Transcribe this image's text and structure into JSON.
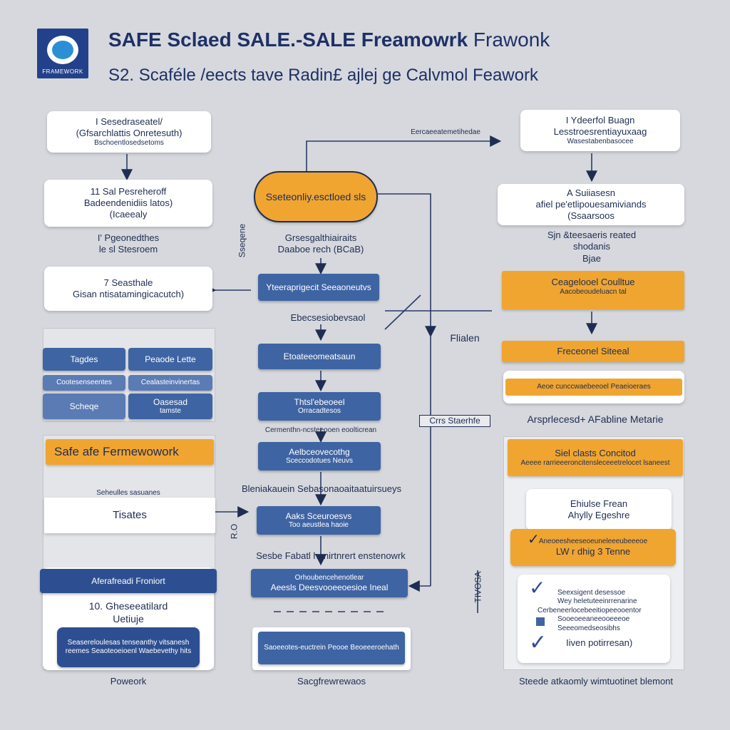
{
  "header": {
    "logo_text": "FRAMEWORK",
    "title_bold": "SAFE Sclaed  SALE.-SALE Freamowrk",
    "title_light": "Frawonk",
    "subtitle": "S2. Scaféle /eects tave Radin£ ajlej ge Calvmol Feawork"
  },
  "left": {
    "box1": {
      "l1": "I Sesedraseatel/",
      "l2": "(Gfsarchlattis Onretesuth)",
      "l3": "Bschoentlosedsetoms"
    },
    "box2": {
      "l1": "11 Sal Pesreheroff",
      "l2": "Badeendenidiis latos)",
      "l3": "(Icaeealy"
    },
    "label_a": {
      "l1": "I' Pgeonedthes",
      "l2": "le sl Stesroem"
    },
    "box3": {
      "l1": "7 Seasthale",
      "l2": "Gisan ntisatamingicacutch)"
    },
    "grid": {
      "c1": "Tagdes",
      "c2": "Peaode Lette",
      "c3": "Cootesenseentes",
      "c4": "Cealasteinvinertas",
      "c5": "Scheqe",
      "c6": "Oasesad",
      "c6b": "tamste"
    },
    "orange_bar": "Safe afe Fermewowork",
    "caption_small": "Seheulles sasuanes",
    "tisates": "Tisates",
    "bottom_header": "Aferafreadi Froniort",
    "bottom_l1": "10. Gheseeatilard",
    "bottom_l2": "Uetiuje",
    "bottom_blue": "Seasereloulesas tenseanthy vitsanesh reemes Seaoteoeioenl Waebevethy hits",
    "footer": "Poweork"
  },
  "middle": {
    "pill": "Sseteonliy.esctloed sls",
    "pill_caption_l1": "Grsesgalthiairaits",
    "pill_caption_l2": "Daaboe rech (BCaB)",
    "b1": "Yteeraprigecit Seeaoneutvs",
    "label1": "Ebecsesiobevsaol",
    "b2": "Etoateeomeatsaun",
    "b3_l1": "Thtsl'ebeoeel",
    "b3_l2": "Orracadtesos",
    "label2": "Cermenthn-ncsteeooen eoolticrean",
    "b4_l1": "Aelbceovecothg",
    "b4_l2": "Sceccodotues Neuvs",
    "label3": "Bleniakauein Sebasonaoaitaatuirsueys",
    "b5_l1": "Aaks Sceuroesvs",
    "b5_l2": "Too aeustlea haoie",
    "label4": "Sesbe Fabatl henirtnrert enstenowrk",
    "b6_l1": "Orhoubencehenotlear",
    "b6_l2": "Aeesls Deesvooeeoesioe Ineal",
    "b7": "Saoeeotes-euctrein Peooe Beoeeeroehath",
    "footer": "Sacgfrewrewaos",
    "arrow_label": "Eercaeeatemetihedae",
    "side_label": "Crrs Staerhfe",
    "vert_label_a": "Sseqene",
    "vert_label_b": "R.O"
  },
  "right": {
    "box1": {
      "l1": "I Ydeerfol Buagn",
      "l2": "Lesstroesrentiayuxaag",
      "l3": "Wasestabenbasocee"
    },
    "box2": {
      "l1": "A Suiiasesn",
      "l2": "afiel pe'etlipouesamiviands",
      "l3": "(Ssaarsoos"
    },
    "label_a": {
      "l1": "Sjn &teesaeris reated",
      "l2": "shodanis",
      "l3": "Bjae"
    },
    "ob1_l1": "Ceagelooel Coulltue",
    "ob1_l2": "Aacobeoudeluacn tal",
    "ob2": "Freceonel Siteeal",
    "ob3": "Aeoe cunccwaebeeoel Peaeioeraes",
    "label_b": "Arsprlecesd+ AFabline Metarie",
    "panel_header_l1": "Siel clasts Concitod",
    "panel_header_l2": "Aeeee rarrieeeroncitensleceeetrelocet lsaneest",
    "p_box1_l1": "Ehiulse Frean",
    "p_box1_l2": "Ahylly Egeshre",
    "p_orange_l1": "Aneoeesheeseoeuneleeeubeeeoe",
    "p_orange_l2": "LW r dhig 3 Tenne",
    "check_l1": "Seexsigent desessoe",
    "check_l2": "Wey heletuteeinrrenarine",
    "check_l3": "Cerbeneerlocebeeitiopeeooentor",
    "check_l4": "Sooeoeeaneeooeeeoe",
    "check_l5": "Seeeomedseosibhs",
    "check_l6": "Iiven potirresan)",
    "footer": "Steede atkaomly wimtuotinet blemont",
    "flier": "Flialen",
    "vert_label": "TIVOSA"
  },
  "colors": {
    "blue": "#3f64a3",
    "navy": "#1f2d52",
    "orange": "#f0a531",
    "background": "#d6d8dd"
  }
}
